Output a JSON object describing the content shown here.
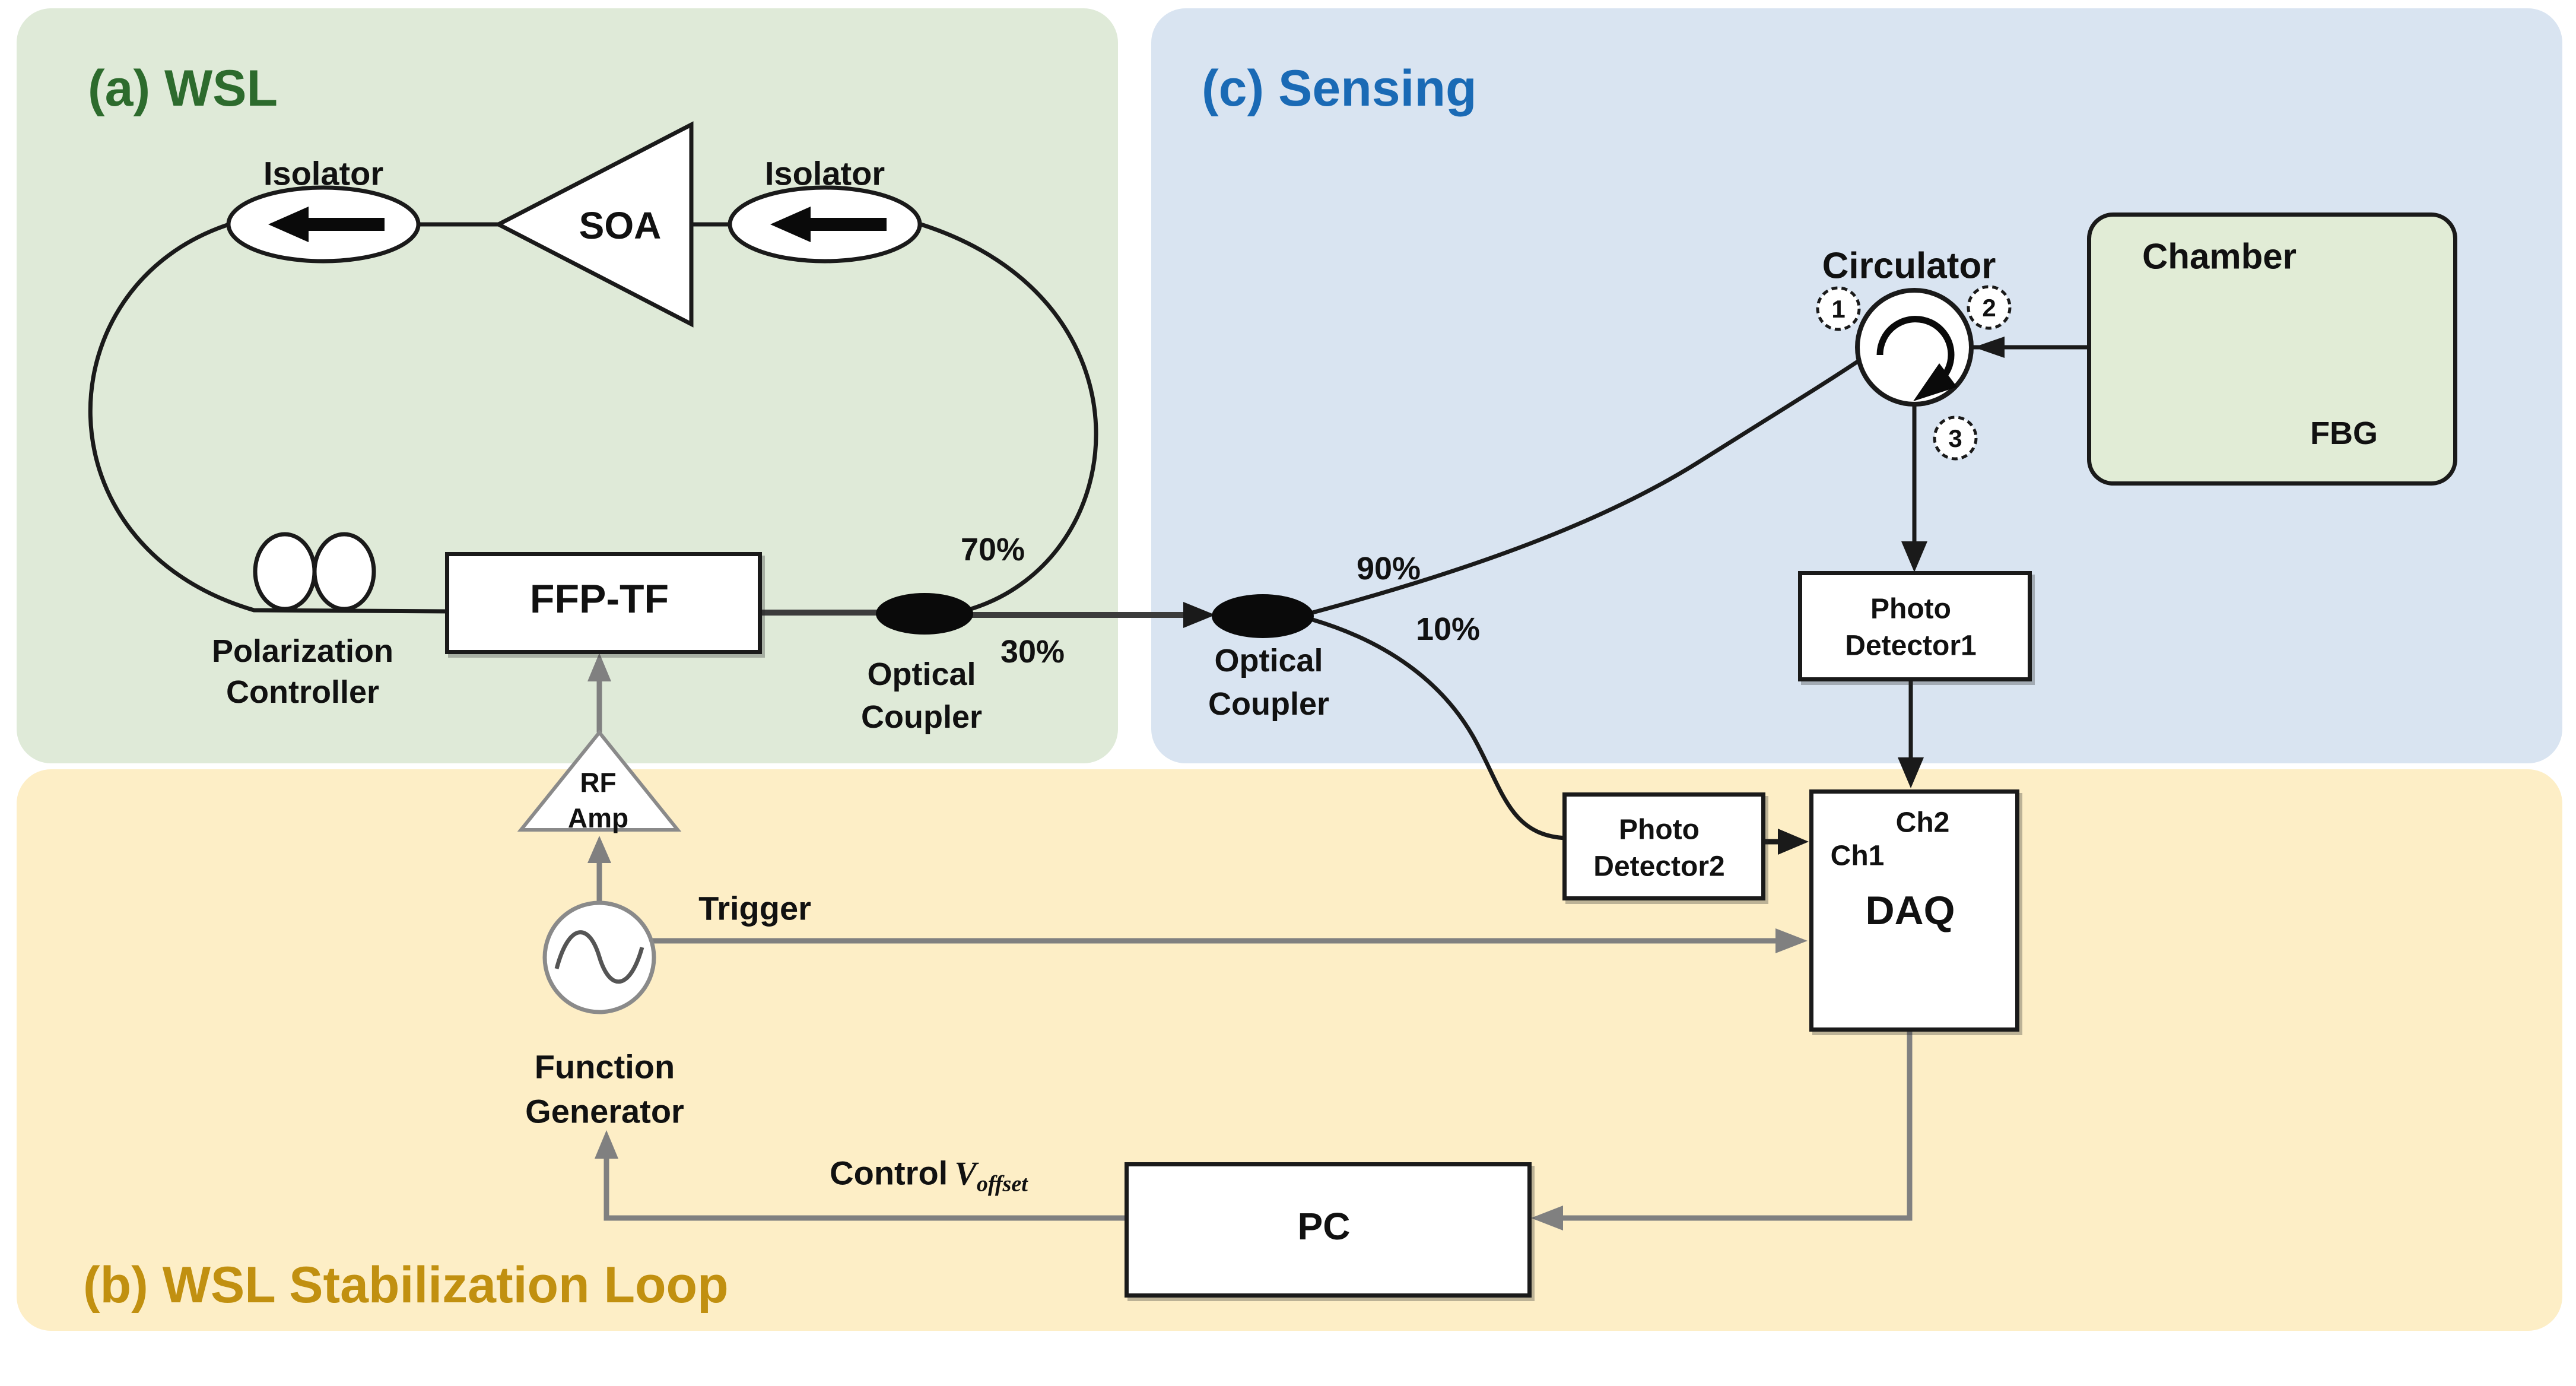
{
  "colors": {
    "panel_wsl": "#dfead8",
    "panel_sensing": "#d9e4f1",
    "panel_stabilization": "#fdeec6",
    "title_wsl": "#2d6b2d",
    "title_sensing": "#1a6ab5",
    "title_stabilization": "#c19010",
    "fiber_line": "#1a1a1a",
    "electrical_line": "#808080"
  },
  "panels": {
    "wsl_title": "(a) WSL",
    "stabilization_title": "(b) WSL Stabilization Loop",
    "sensing_title": "(c) Sensing"
  },
  "wsl": {
    "isolator_left": "Isolator",
    "isolator_right": "Isolator",
    "soa": "SOA",
    "polarization_line1": "Polarization",
    "polarization_line2": "Controller",
    "ffp_tf": "FFP-TF",
    "coupler_line1": "Optical",
    "coupler_line2": "Coupler",
    "split_70": "70%",
    "split_30": "30%"
  },
  "sensing": {
    "coupler_line1": "Optical",
    "coupler_line2": "Coupler",
    "split_90": "90%",
    "split_10": "10%",
    "circulator_label": "Circulator",
    "port1": "1",
    "port2": "2",
    "port3": "3",
    "chamber_label": "Chamber",
    "fbg_label": "FBG",
    "pd1_line1": "Photo",
    "pd1_line2": "Detector1"
  },
  "stabilization": {
    "rf_line1": "RF",
    "rf_line2": "Amp",
    "fg_line1": "Function",
    "fg_line2": "Generator",
    "trigger": "Trigger",
    "pd2_line1": "Photo",
    "pd2_line2": "Detector2",
    "daq_label": "DAQ",
    "daq_ch1": "Ch1",
    "daq_ch2": "Ch2",
    "pc_label": "PC",
    "control_prefix": "Control",
    "control_var": "V",
    "control_sub": "offset"
  }
}
